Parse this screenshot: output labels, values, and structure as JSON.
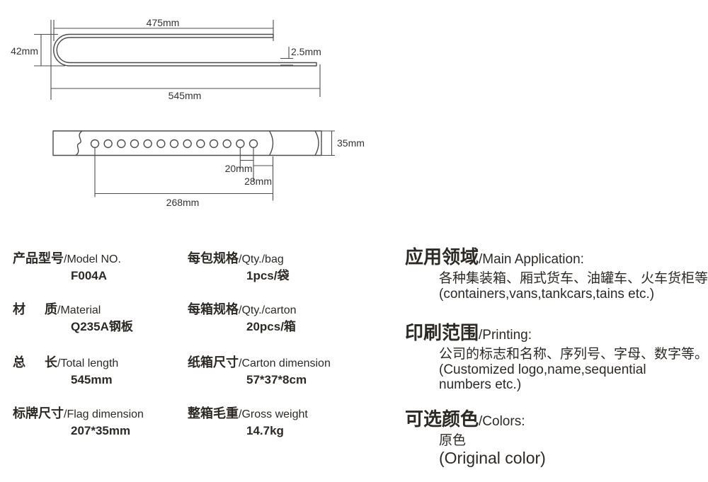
{
  "page": {
    "background": "#ffffff",
    "text_color": "#2d2a26",
    "line_color": "#4d4d4d"
  },
  "diagrams": {
    "side_view": {
      "labels": {
        "top_length": "475mm",
        "height": "42mm",
        "thickness": "2.5mm",
        "total_length": "545mm"
      }
    },
    "top_view": {
      "hole_count": 13,
      "labels": {
        "width": "35mm",
        "hole_pitch": "20mm",
        "end_offset": "28mm",
        "hole_span": "268mm"
      }
    }
  },
  "specs": {
    "left": [
      {
        "label_cn": "产品型号",
        "label_en": "/Model NO.",
        "value": "F004A"
      },
      {
        "label_cn": "材  质",
        "label_en": "/Material",
        "value": "Q235A钢板"
      },
      {
        "label_cn": "总  长",
        "label_en": "/Total length",
        "value": "545mm"
      },
      {
        "label_cn": "标牌尺寸",
        "label_en": "/Flag dimension",
        "value": "207*35mm"
      }
    ],
    "middle": [
      {
        "label_cn": "每包规格",
        "label_en": "/Qty./bag",
        "value": "1pcs/袋"
      },
      {
        "label_cn": "每箱规格",
        "label_en": "/Qty./carton",
        "value": "20pcs/箱"
      },
      {
        "label_cn": "纸箱尺寸",
        "label_en": "/Carton dimension",
        "value": "57*37*8cm"
      },
      {
        "label_cn": "整箱毛重",
        "label_en": "/Gross weight",
        "value": "14.7kg"
      }
    ]
  },
  "sections": [
    {
      "title_cn": "应用领域",
      "title_en": "/Main Application:",
      "lines": [
        "各种集装箱、厢式货车、油罐车、火车货柜等",
        "(containers,vans,tankcars,tains etc.)"
      ]
    },
    {
      "title_cn": "印刷范围",
      "title_en": "/Printing:",
      "lines": [
        "公司的标志和名称、序列号、字母、数字等。",
        "(Customized logo,name,sequential",
        "numbers etc.)"
      ]
    },
    {
      "title_cn": "可选颜色",
      "title_en": "/Colors:",
      "lines": [
        "原色",
        "(Original color)"
      ]
    }
  ]
}
